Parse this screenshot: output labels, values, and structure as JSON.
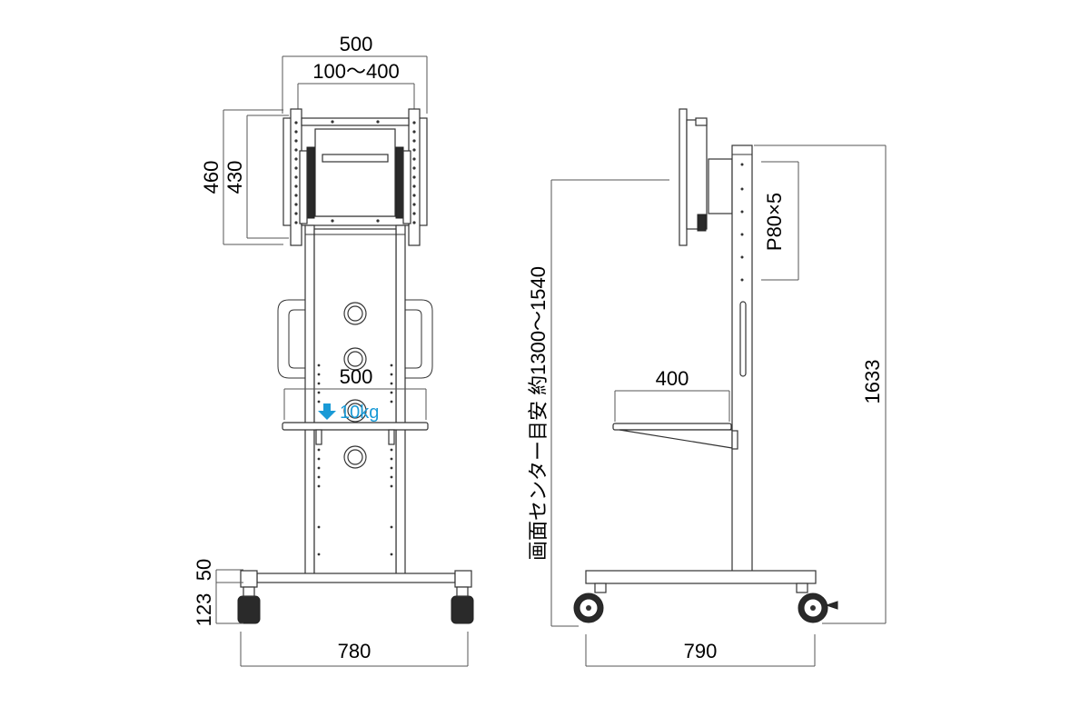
{
  "front_view": {
    "top_width": "500",
    "vesa_width_range": "100〜400",
    "height_outer": "460",
    "height_inner": "430",
    "shelf_width": "500",
    "shelf_load": "10kg",
    "base_height_upper": "50",
    "base_height_lower": "123",
    "base_width": "780"
  },
  "side_view": {
    "screen_center_height": "画面センター目安 約1300〜1540",
    "pitch": "P80×5",
    "shelf_depth": "400",
    "total_height": "1633",
    "base_depth": "790"
  },
  "colors": {
    "load_accent": "#1a9ad6",
    "line": "#333333"
  },
  "icons": {
    "load_arrow": "down-arrow-icon"
  }
}
